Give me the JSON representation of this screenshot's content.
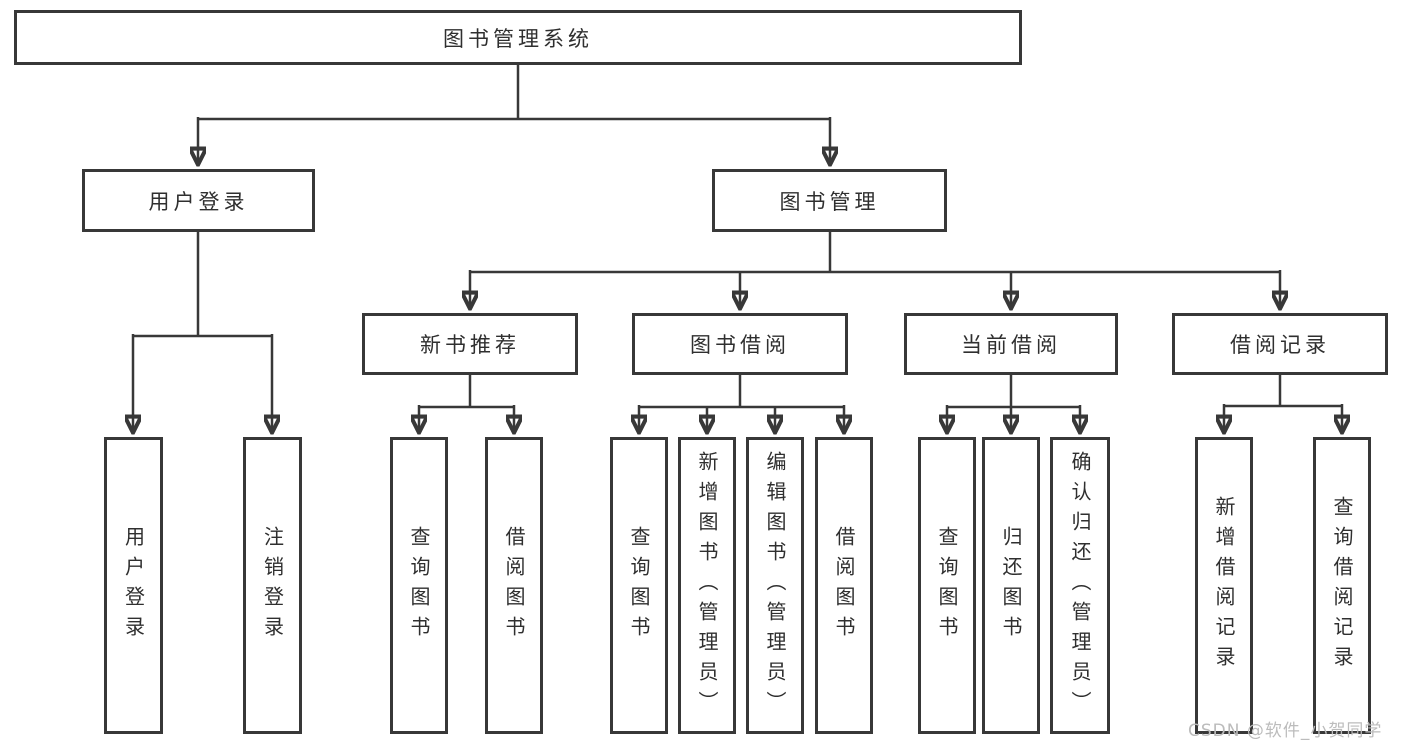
{
  "diagram": {
    "type": "hierarchy-tree",
    "tree": {
      "label": "图书管理系统",
      "children": [
        {
          "label": "用户登录",
          "children": [
            {
              "label": "用户登录"
            },
            {
              "label": "注销登录"
            }
          ]
        },
        {
          "label": "图书管理",
          "children": [
            {
              "label": "新书推荐",
              "children": [
                {
                  "label": "查询图书"
                },
                {
                  "label": "借阅图书"
                }
              ]
            },
            {
              "label": "图书借阅",
              "children": [
                {
                  "label": "查询图书"
                },
                {
                  "label": "新增图书（管理员）"
                },
                {
                  "label": "编辑图书（管理员）"
                },
                {
                  "label": "借阅图书"
                }
              ]
            },
            {
              "label": "当前借阅",
              "children": [
                {
                  "label": "查询图书"
                },
                {
                  "label": "归还图书"
                },
                {
                  "label": "确认归还（管理员）"
                }
              ]
            },
            {
              "label": "借阅记录",
              "children": [
                {
                  "label": "新增借阅记录"
                },
                {
                  "label": "查询借阅记录"
                }
              ]
            }
          ]
        }
      ]
    },
    "watermark": "CSDN @软件_小贺同学",
    "colors": {
      "line": "#383838",
      "box_border": "#383838",
      "text": "#2f2f2f",
      "watermark": "#bcbcbc",
      "background": "#ffffff"
    }
  }
}
